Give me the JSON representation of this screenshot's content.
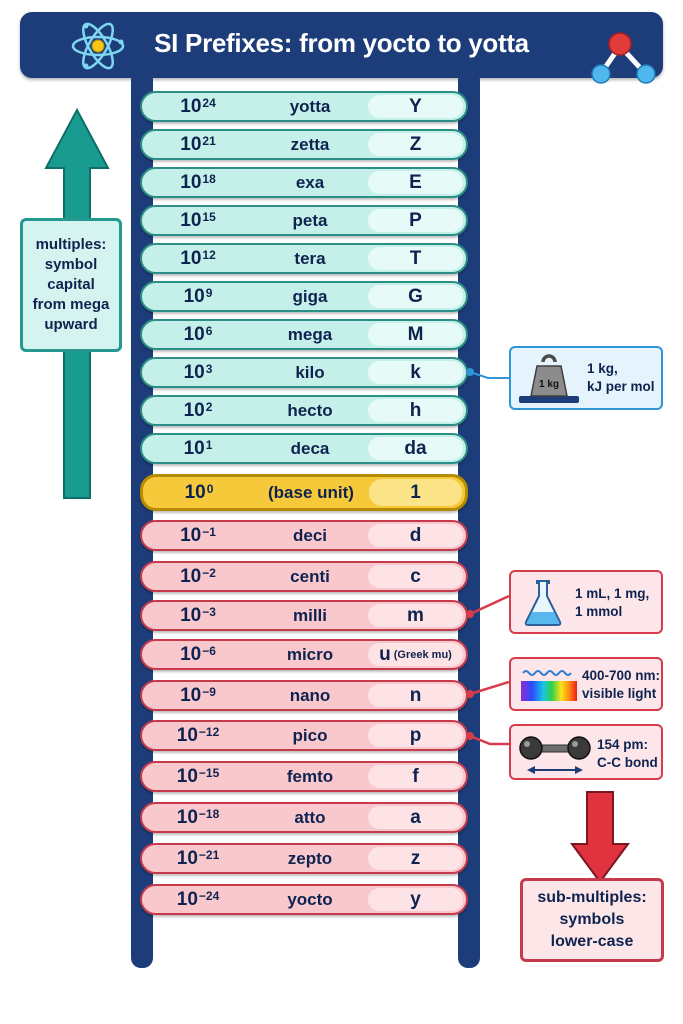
{
  "title": "SI Prefixes: from yocto to yotta",
  "icons": {
    "header_left": "atom-icon",
    "header_right": "molecule-icon"
  },
  "colors": {
    "header": "#1c3d7a",
    "multiple_rung": "#c5f0e9",
    "base_rung": "#f6c93a",
    "submultiple_rung": "#f8c8cd",
    "arrow_up": "#1a9b90",
    "arrow_down": "#e0323f"
  },
  "rungs": [
    {
      "pow": "24",
      "name": "yotta",
      "symbol": "Y"
    },
    {
      "pow": "21",
      "name": "zetta",
      "symbol": "Z"
    },
    {
      "pow": "18",
      "name": "exa",
      "symbol": "E"
    },
    {
      "pow": "15",
      "name": "peta",
      "symbol": "P"
    },
    {
      "pow": "12",
      "name": "tera",
      "symbol": "T"
    },
    {
      "pow": "9",
      "name": "giga",
      "symbol": "G"
    },
    {
      "pow": "6",
      "name": "mega",
      "symbol": "M"
    },
    {
      "pow": "3",
      "name": "kilo",
      "symbol": "k"
    },
    {
      "pow": "2",
      "name": "hecto",
      "symbol": "h"
    },
    {
      "pow": "1",
      "name": "deca",
      "symbol": "da"
    },
    {
      "pow": "0",
      "name": "(base unit)",
      "symbol": "1"
    },
    {
      "pow": "−1",
      "name": "deci",
      "symbol": "d"
    },
    {
      "pow": "−2",
      "name": "centi",
      "symbol": "c"
    },
    {
      "pow": "−3",
      "name": "milli",
      "symbol": "m"
    },
    {
      "pow": "−6",
      "name": "micro",
      "symbol": "u",
      "symbol_note": "(Greek mu)"
    },
    {
      "pow": "−9",
      "name": "nano",
      "symbol": "n"
    },
    {
      "pow": "−12",
      "name": "pico",
      "symbol": "p"
    },
    {
      "pow": "−15",
      "name": "femto",
      "symbol": "f"
    },
    {
      "pow": "−18",
      "name": "atto",
      "symbol": "a"
    },
    {
      "pow": "−21",
      "name": "zepto",
      "symbol": "z"
    },
    {
      "pow": "−24",
      "name": "yocto",
      "symbol": "y"
    }
  ],
  "base_label": "10",
  "side_notes": {
    "multiples": [
      "multiples:",
      "symbol",
      "capital",
      "from mega",
      "upward"
    ],
    "submultiples": [
      "sub-multiples:",
      "symbols",
      "lower-case"
    ]
  },
  "callouts": {
    "kilo": {
      "icon": "weight-icon",
      "icon_label": "1 kg",
      "lines": [
        "1 kg,",
        "kJ per mol"
      ]
    },
    "milli": {
      "icon": "flask-icon",
      "lines": [
        "1 mL, 1 mg,",
        "1 mmol"
      ]
    },
    "nano": {
      "icon": "spectrum-icon",
      "lines": [
        "400-700 nm:",
        "visible light"
      ]
    },
    "pico": {
      "icon": "bond-icon",
      "lines": [
        "154 pm:",
        "C-C bond"
      ]
    }
  }
}
